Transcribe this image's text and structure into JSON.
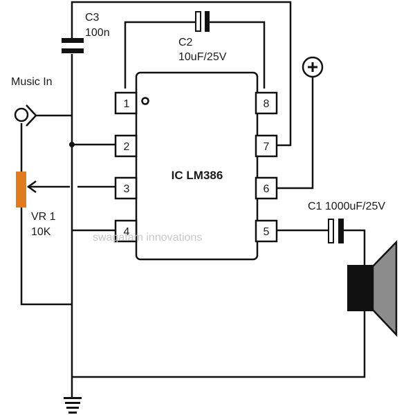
{
  "title": "LM386 audio amplifier circuit",
  "ic": {
    "label": "IC LM386",
    "pins": [
      "1",
      "2",
      "3",
      "4",
      "5",
      "6",
      "7",
      "8"
    ]
  },
  "components": {
    "c3": {
      "name": "C3",
      "value": "100n"
    },
    "c2": {
      "name": "C2",
      "value": "10uF/25V"
    },
    "c1": {
      "label": "C1 1000uF/25V"
    },
    "vr1": {
      "name": "VR 1",
      "value": "10K",
      "color": "#e07b1e"
    },
    "input": {
      "label": "Music In"
    },
    "supply": {
      "symbol": "+"
    },
    "speaker": {
      "magnet_color": "#111111",
      "cone_color": "#8c8c8c"
    }
  },
  "watermark": "swagatam innovations"
}
